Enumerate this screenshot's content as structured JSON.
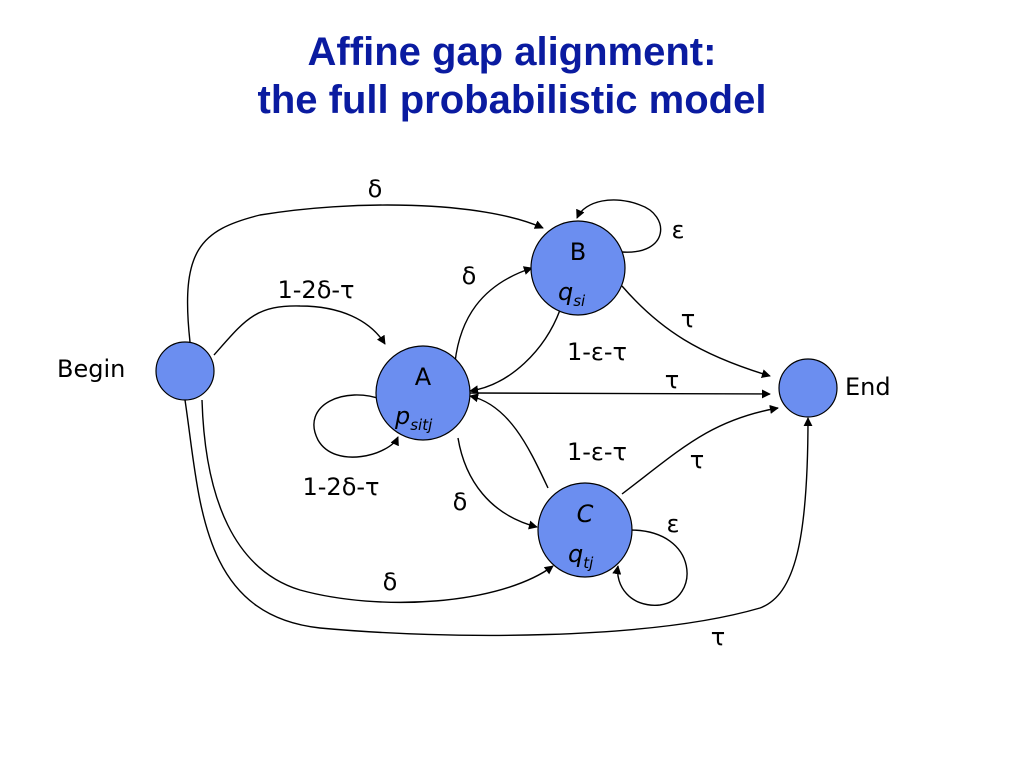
{
  "title": {
    "line1": "Affine gap alignment:",
    "line2": "the full probabilistic model"
  },
  "nodes": {
    "begin": {
      "label": "Begin"
    },
    "end": {
      "label": "End"
    },
    "a": {
      "name": "A",
      "emit_main": "p",
      "emit_sub": "sitj"
    },
    "b": {
      "name": "B",
      "emit_main": "q",
      "emit_sub": "si"
    },
    "c": {
      "name": "C",
      "emit_main": "q",
      "emit_sub": "tj"
    }
  },
  "edge_labels": {
    "begin_to_b": "δ",
    "begin_to_a": "1-2δ-τ",
    "a_to_b": "δ",
    "b_self": "ε",
    "b_to_end": "τ",
    "b_to_a": "1-ε-τ",
    "a_to_end": "τ",
    "c_to_a": "1-ε-τ",
    "c_to_end": "τ",
    "a_self": "1-2δ-τ",
    "a_to_c": "δ",
    "c_self": "ε",
    "begin_to_c": "δ",
    "begin_to_end": "τ"
  },
  "colors": {
    "title": "#0a1ba0",
    "node_fill": "#6b8ef0"
  }
}
